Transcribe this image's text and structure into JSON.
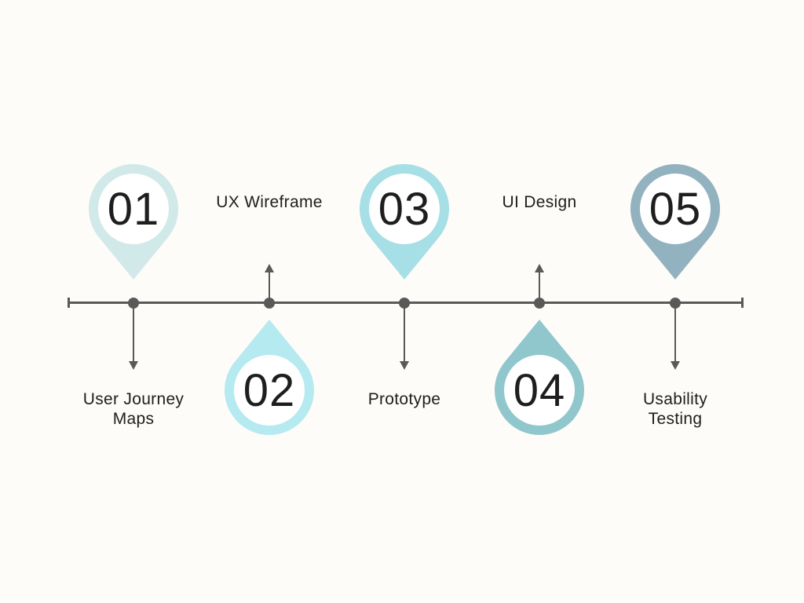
{
  "infographic": {
    "background_color": "#fdfcf9",
    "text_color": "#1e1e1e",
    "timeline": {
      "line_color": "#595959",
      "orientation": "horizontal",
      "steps": [
        {
          "number": "01",
          "label": "User Journey Maps",
          "color": "#d2e9e9",
          "pin_position": "above-line",
          "label_position": "below-line"
        },
        {
          "number": "02",
          "label": "UX Wireframe",
          "color": "#b5eaf0",
          "pin_position": "below-line",
          "label_position": "above-line"
        },
        {
          "number": "03",
          "label": "Prototype",
          "color": "#a6dfe6",
          "pin_position": "above-line",
          "label_position": "below-line"
        },
        {
          "number": "04",
          "label": "UI Design",
          "color": "#90c7cd",
          "pin_position": "below-line",
          "label_position": "above-line"
        },
        {
          "number": "05",
          "label": "Usability Testing",
          "color": "#92b2c0",
          "pin_position": "above-line",
          "label_position": "below-line"
        }
      ]
    }
  }
}
